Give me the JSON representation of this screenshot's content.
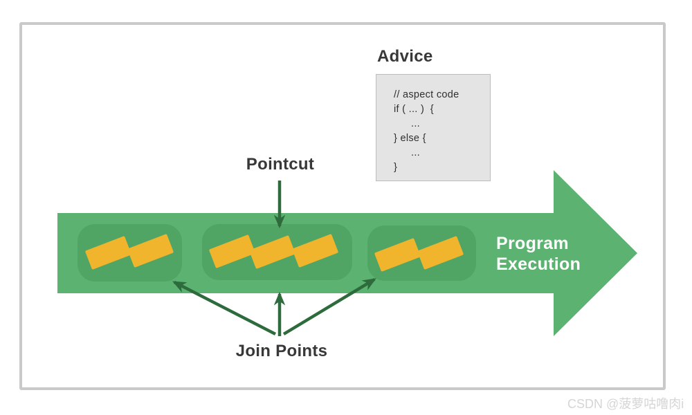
{
  "labels": {
    "advice": "Advice",
    "pointcut": "Pointcut",
    "join_points": "Join Points",
    "program_execution_line1": "Program",
    "program_execution_line2": "Execution"
  },
  "advice_code": {
    "lines": [
      "// aspect code",
      "if ( ... )  {",
      "...",
      "} else {",
      "...",
      "}"
    ]
  },
  "watermark": "CSDN @菠萝咕噜肉i",
  "colors": {
    "band_green": "#5cb271",
    "group_green": "#50a565",
    "chip_yellow": "#f0b52d",
    "arrow_green": "#2e6b3c",
    "frame_gray": "#c9c9c9",
    "box_bg": "#e4e4e4",
    "box_border": "#bdbdbd",
    "text_dark": "#383838",
    "watermark_gray": "#d5d5d5"
  },
  "groups": [
    {
      "name": "join-point-group-1",
      "chip_count": 2
    },
    {
      "name": "join-point-group-2",
      "chip_count": 3
    },
    {
      "name": "join-point-group-3",
      "chip_count": 2
    }
  ]
}
